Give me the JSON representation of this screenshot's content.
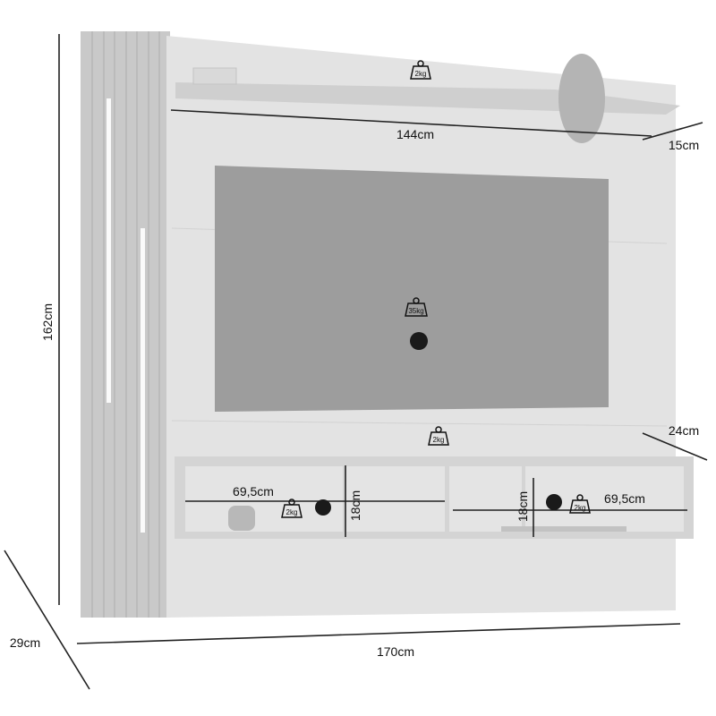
{
  "title": "TV panel dimensions diagram",
  "dimensions": {
    "height": "162cm",
    "width": "170cm",
    "depth": "29cm",
    "shelf_width": "144cm",
    "shelf_depth": "15cm",
    "rack_depth": "24cm",
    "left_compartment_width": "69,5cm",
    "right_compartment_width": "69,5cm",
    "left_compartment_height": "18cm",
    "right_compartment_height": "18cm"
  },
  "weights": {
    "top_shelf": "2kg",
    "tv": "35kg",
    "rack_top": "2kg",
    "left_compartment": "2kg",
    "right_compartment": "2kg"
  },
  "colors": {
    "panel": "#e3e3e3",
    "slats": "#c9c9c9",
    "tv": "#9d9d9d",
    "line": "#222222"
  }
}
